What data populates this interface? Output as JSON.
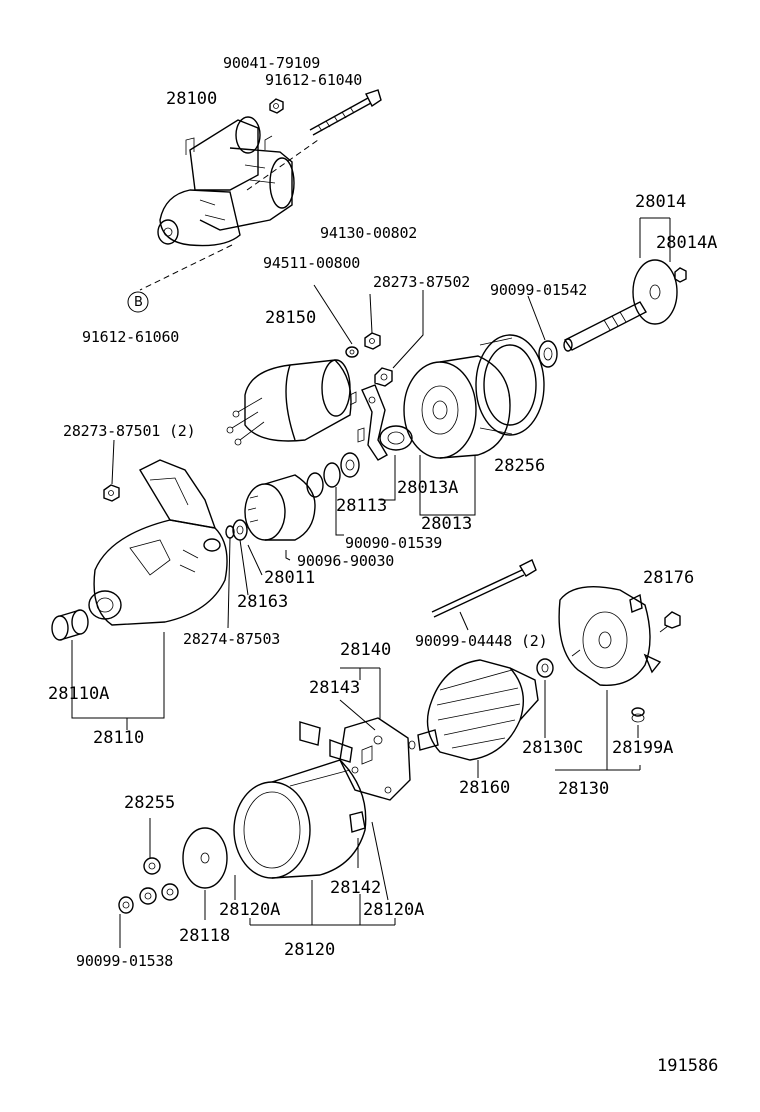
{
  "diagram": {
    "callout_letter": "B",
    "footer_code": "191586",
    "labels": {
      "l_90041_79109": "90041-79109",
      "l_91612_61040": "91612-61040",
      "l_28100": "28100",
      "l_94130_00802": "94130-00802",
      "l_94511_00800": "94511-00800",
      "l_28273_87502": "28273-87502",
      "l_28014": "28014",
      "l_28014A": "28014A",
      "l_90099_01542": "90099-01542",
      "l_91612_61060": "91612-61060",
      "l_28150": "28150",
      "l_28273_87501": "28273-87501 (2)",
      "l_28256": "28256",
      "l_28013A": "28013A",
      "l_28113": "28113",
      "l_28013": "28013",
      "l_90090_01539": "90090-01539",
      "l_90096_90030": "90096-90030",
      "l_28011": "28011",
      "l_28163": "28163",
      "l_28176": "28176",
      "l_28274_87503": "28274-87503",
      "l_90099_04448": "90099-04448 (2)",
      "l_28140": "28140",
      "l_28143": "28143",
      "l_28110A": "28110A",
      "l_28110": "28110",
      "l_28130C": "28130C",
      "l_28199A": "28199A",
      "l_28160": "28160",
      "l_28130": "28130",
      "l_28255": "28255",
      "l_28142": "28142",
      "l_28120A_left": "28120A",
      "l_28120A_right": "28120A",
      "l_28118": "28118",
      "l_28120": "28120",
      "l_90099_01538": "90099-01538"
    }
  }
}
